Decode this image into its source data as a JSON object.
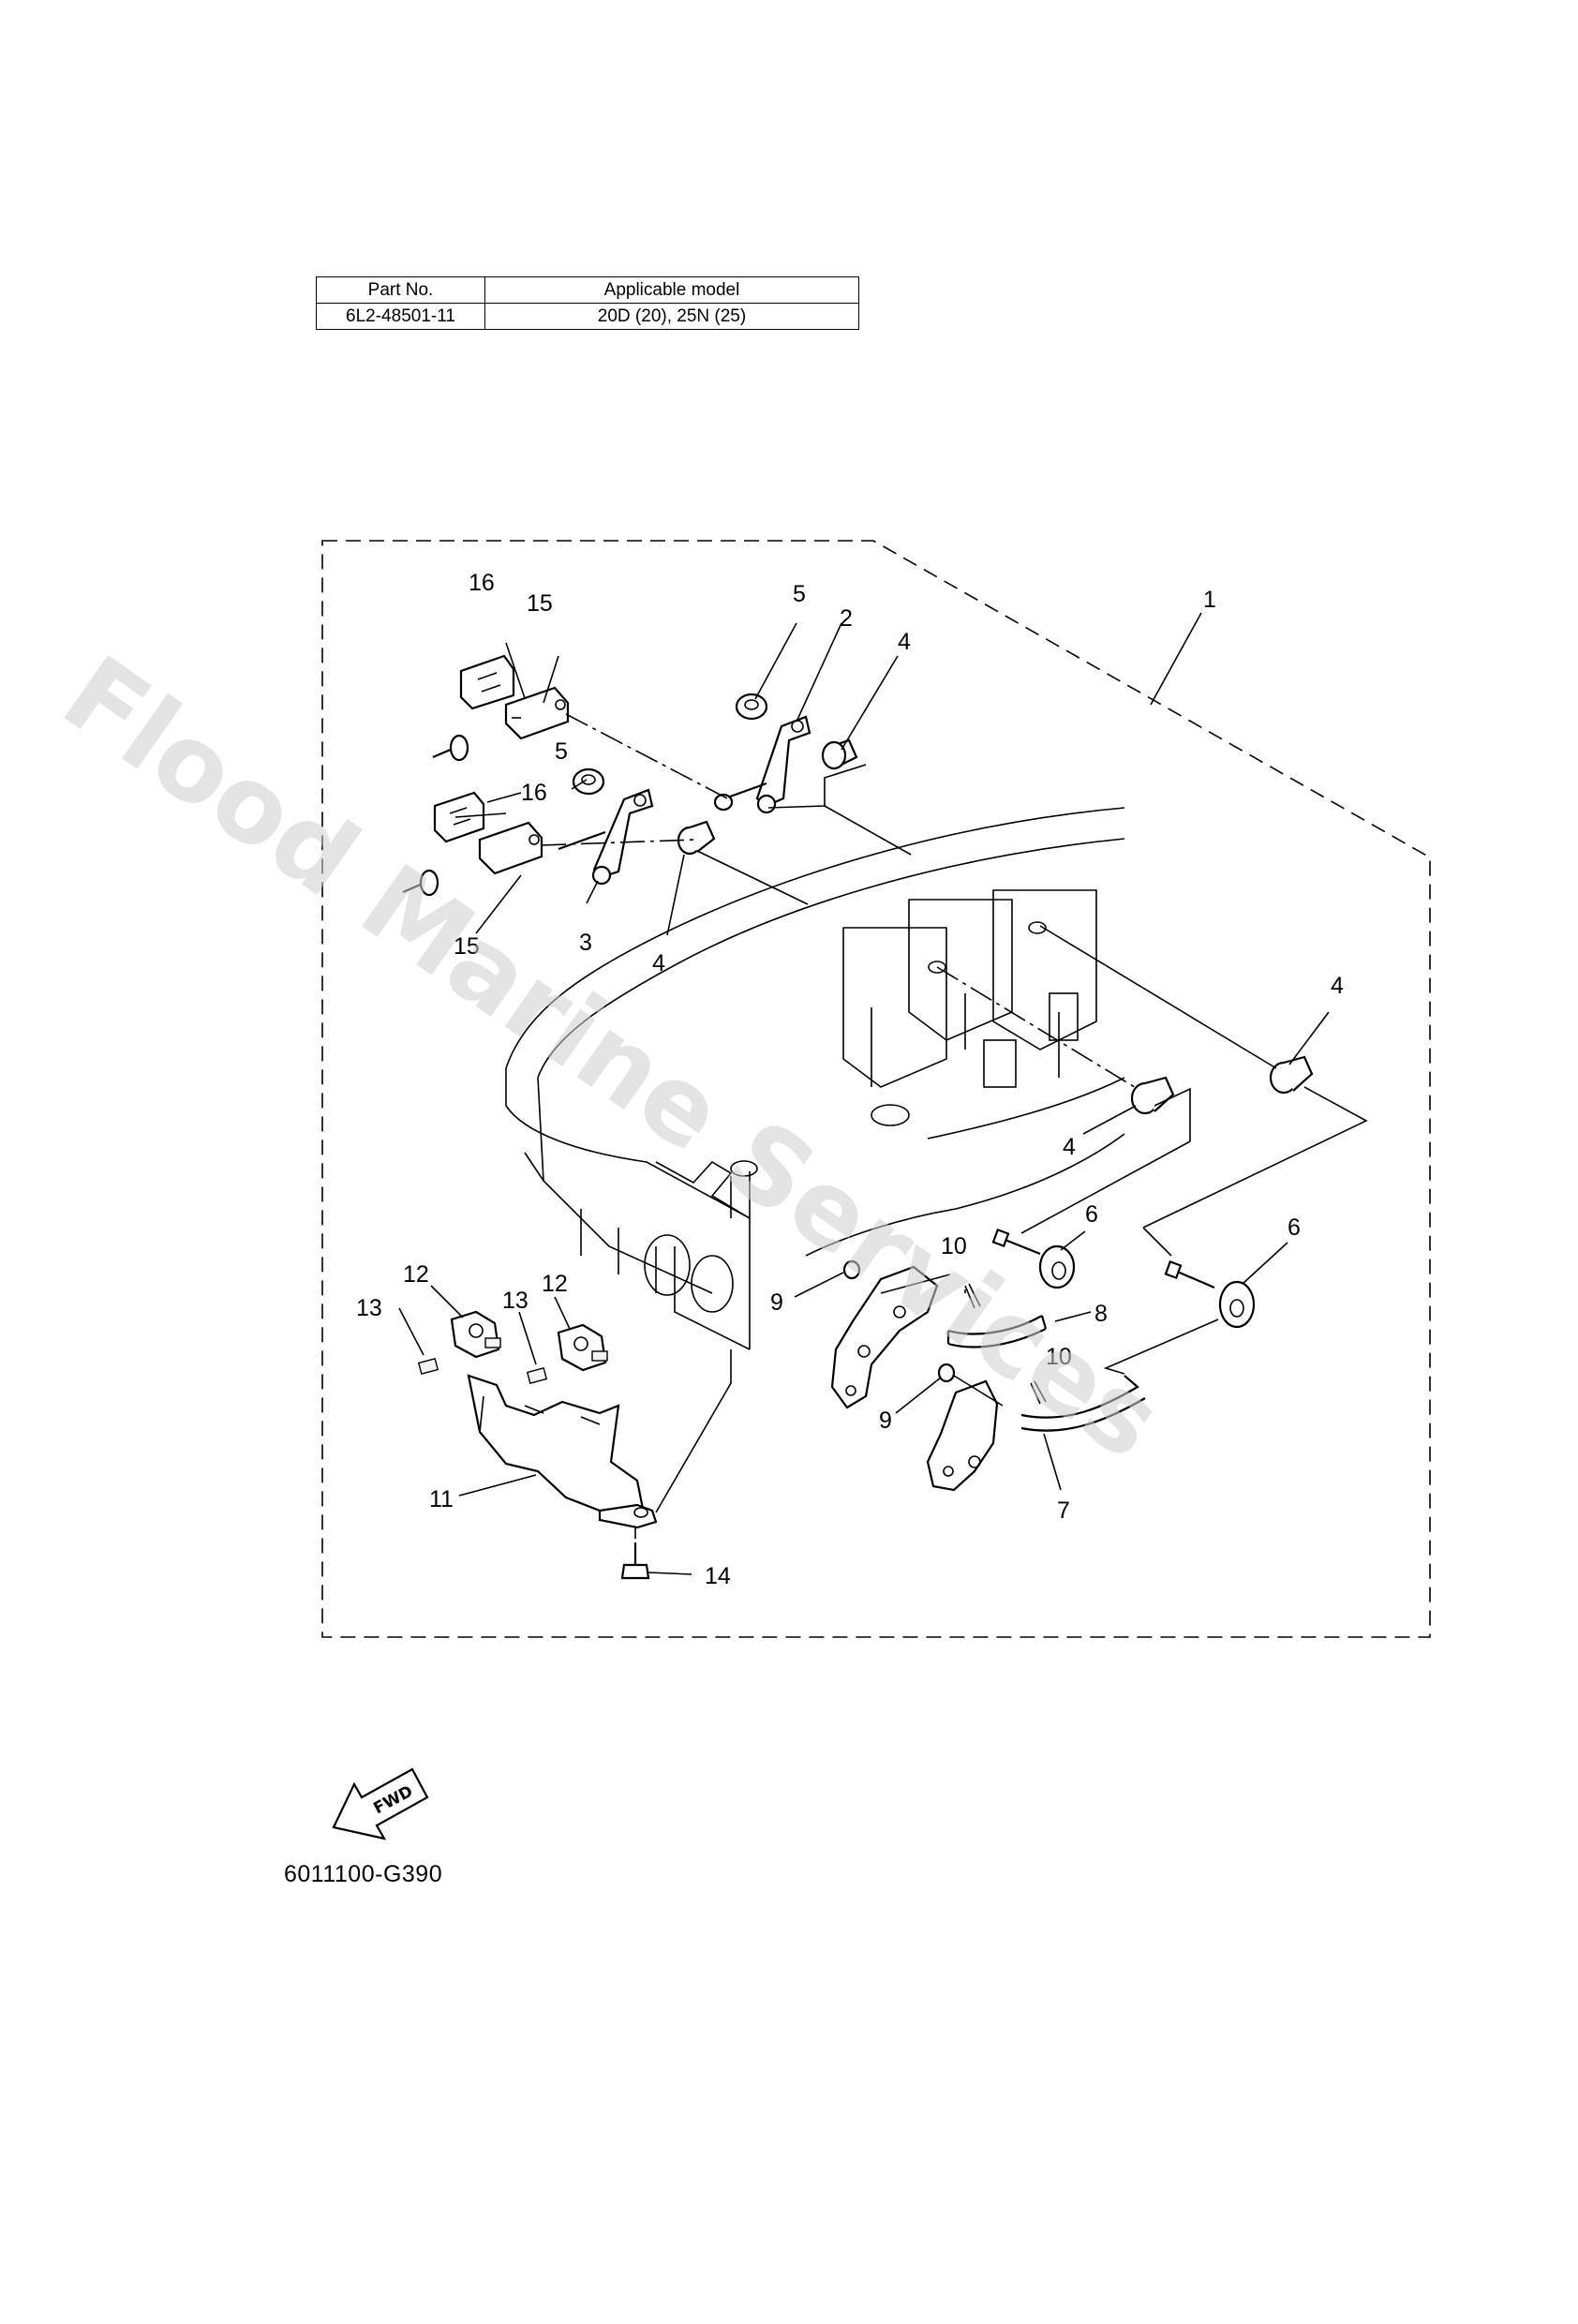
{
  "table": {
    "header": {
      "part_no": "Part No.",
      "applicable_model": "Applicable model"
    },
    "row": {
      "part_no": "6L2-48501-11",
      "applicable_model": "20D (20), 25N (25)"
    }
  },
  "callouts": {
    "c1": "1",
    "c2": "2",
    "c3": "3",
    "c4a": "4",
    "c4b": "4",
    "c4c": "4",
    "c4d": "4",
    "c5a": "5",
    "c5b": "5",
    "c6a": "6",
    "c6b": "6",
    "c7": "7",
    "c8": "8",
    "c9a": "9",
    "c9b": "9",
    "c10a": "10",
    "c10b": "10",
    "c11": "11",
    "c12a": "12",
    "c12b": "12",
    "c13a": "13",
    "c13b": "13",
    "c14": "14",
    "c15a": "15",
    "c15b": "15",
    "c16a": "16",
    "c16b": "16"
  },
  "watermark": "Flood Marine Services",
  "fwd_label": "FWD",
  "diagram_code": "6011100-G390",
  "icons": [
    "fwd-arrow-icon"
  ]
}
